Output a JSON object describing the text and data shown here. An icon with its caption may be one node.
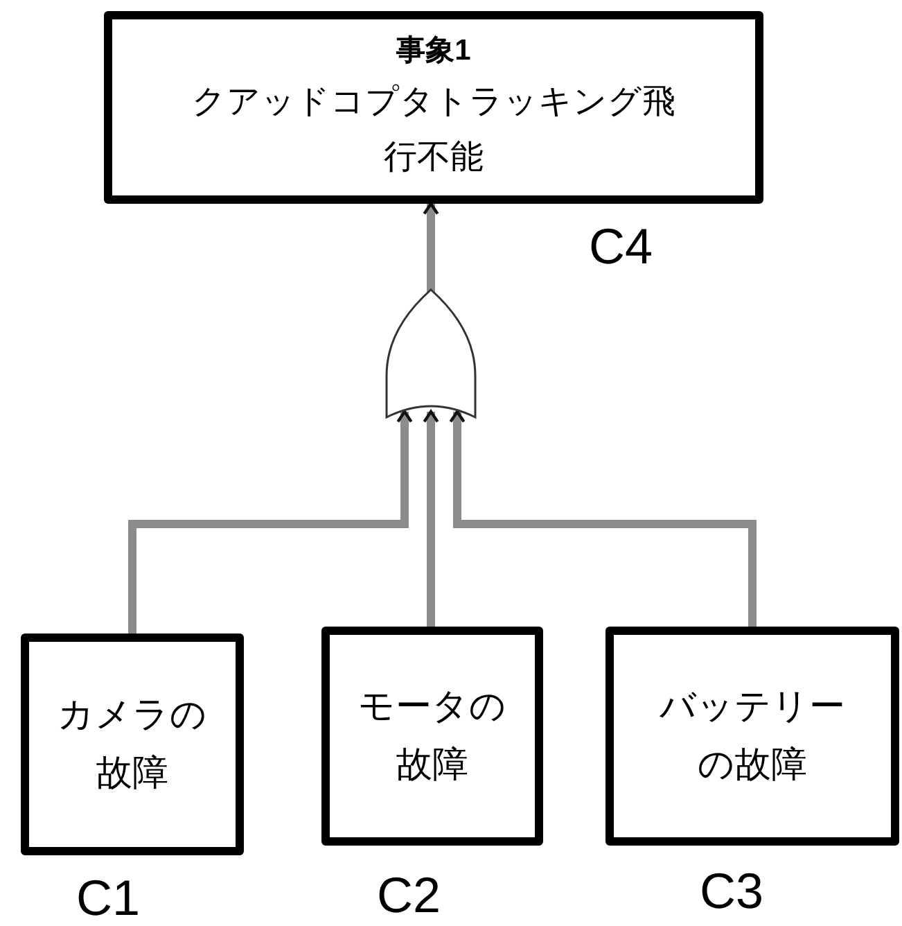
{
  "diagram": {
    "nodes": [
      {
        "text": [
          "事象1",
          "クアッドコプタトラッキング飛行不能"
        ],
        "beside": [
          "C4"
        ]
      },
      {
        "text": [],
        "shape": "gate"
      },
      {
        "text": [
          "カメラの故障"
        ],
        "beside": [
          "C1"
        ]
      },
      {
        "text": [
          "モータの故障"
        ],
        "beside": [
          "C2"
        ]
      },
      {
        "text": [
          "バッテリーの故障"
        ],
        "beside": [
          "C3"
        ]
      }
    ],
    "edges": [
      {
        "from": 1,
        "to": 0,
        "arrow": "to"
      },
      {
        "from": 2,
        "to": 1,
        "arrow": "to"
      },
      {
        "from": 3,
        "to": 1,
        "arrow": "to"
      },
      {
        "from": 4,
        "to": 1,
        "arrow": "to"
      }
    ]
  }
}
